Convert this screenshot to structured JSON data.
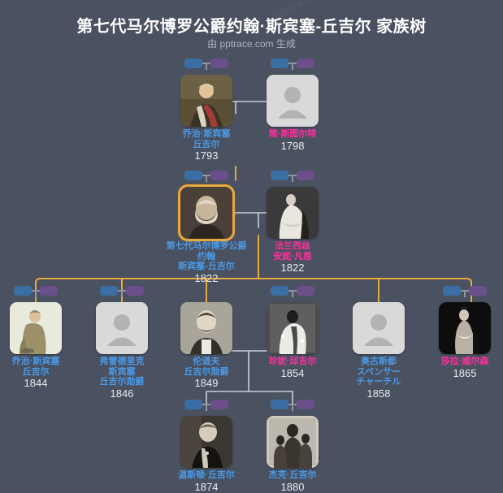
{
  "header": {
    "title": "第七代马尔博罗公爵约翰·斯宾塞-丘吉尔 家族树",
    "subtitle": "由 pptrace.com 生成",
    "watermark": "pptrace.com"
  },
  "colors": {
    "background": "#4a5160",
    "male_name": "#4a9ae8",
    "female_name": "#ff2f9e",
    "year": "#e9ecef",
    "link": "#e9a93c",
    "spouse_link": "#c9ced6",
    "badge_male": "#3a6ea5",
    "badge_female": "#6b4f8a",
    "highlight_border": "#e9a93c",
    "placeholder": "#d9d9d9"
  },
  "generations": [
    {
      "id": "gen1",
      "people": [
        {
          "id": "george-5th",
          "name": "乔治·斯宾塞丘吉尔",
          "name_lines": [
            "乔治·斯宾塞",
            "丘吉尔"
          ],
          "year": "1793",
          "sex": "male",
          "has_photo": true,
          "photo_kind": "portrait-regalia",
          "highlight": false,
          "badge": true
        },
        {
          "id": "jane-stewart",
          "name": "简·斯图尔特",
          "name_lines": [
            "简·斯图尔特"
          ],
          "year": "1798",
          "sex": "female",
          "has_photo": false,
          "photo_kind": "placeholder",
          "highlight": false,
          "badge": true
        }
      ]
    },
    {
      "id": "gen2",
      "people": [
        {
          "id": "john-7th",
          "name": "第七代马尔博罗公爵约翰·斯宾塞-丘吉尔",
          "name_lines": [
            "第七代马尔博罗公爵约翰",
            "斯宾塞-丘吉尔"
          ],
          "year": "1822",
          "sex": "male",
          "has_photo": true,
          "photo_kind": "portrait-sepia-elder",
          "highlight": true,
          "badge": true
        },
        {
          "id": "frances-anne",
          "name": "法兰西丝安妮·凡恩",
          "name_lines": [
            "法兰西丝",
            "安妮·凡恩"
          ],
          "year": "1822",
          "sex": "female",
          "has_photo": true,
          "photo_kind": "portrait-gown",
          "highlight": false,
          "badge": true
        }
      ]
    },
    {
      "id": "gen3",
      "people": [
        {
          "id": "george-spencer-churchill",
          "name": "乔治·斯宾塞丘吉尔",
          "name_lines": [
            "乔治·斯宾塞",
            "丘吉尔"
          ],
          "year": "1844",
          "sex": "male",
          "has_photo": true,
          "photo_kind": "caricature-seated",
          "highlight": false,
          "badge": true
        },
        {
          "id": "frederick-lord",
          "name": "弗雷德里克斯宾塞丘吉尔勋爵",
          "name_lines": [
            "弗雷德里克",
            "斯宾塞",
            "丘吉尔勋爵"
          ],
          "year": "1846",
          "sex": "male",
          "has_photo": false,
          "photo_kind": "placeholder",
          "highlight": false,
          "badge": true
        },
        {
          "id": "randolph",
          "name": "伦道夫丘吉尔勋爵",
          "name_lines": [
            "伦道夫",
            "丘吉尔勋爵"
          ],
          "year": "1849",
          "sex": "male",
          "has_photo": true,
          "photo_kind": "portrait-moustache",
          "highlight": false,
          "badge": false
        },
        {
          "id": "jennie",
          "name": "珍妮·邱吉尔",
          "name_lines": [
            "珍妮·邱吉尔"
          ],
          "year": "1854",
          "sex": "female",
          "has_photo": true,
          "photo_kind": "portrait-lace",
          "highlight": false,
          "badge": true
        },
        {
          "id": "augustus",
          "name": "奥古斯都スペンサーチャーチル",
          "name_lines": [
            "奥古斯都",
            "スペンサー",
            "チャーチル"
          ],
          "year": "1858",
          "sex": "male",
          "has_photo": false,
          "photo_kind": "placeholder",
          "highlight": false,
          "badge": false
        },
        {
          "id": "sarah-wilson",
          "name": "莎拉·威尔森",
          "name_lines": [
            "莎拉·威尔森"
          ],
          "year": "1865",
          "sex": "female",
          "has_photo": true,
          "photo_kind": "portrait-dark-lady",
          "highlight": false,
          "badge": true
        }
      ]
    },
    {
      "id": "gen4",
      "people": [
        {
          "id": "winston",
          "name": "温斯顿·丘吉尔",
          "name_lines": [
            "温斯顿·丘吉尔"
          ],
          "year": "1874",
          "sex": "male",
          "has_photo": true,
          "photo_kind": "portrait-winston",
          "highlight": false,
          "badge": true
        },
        {
          "id": "jack",
          "name": "杰克·丘吉尔",
          "name_lines": [
            "杰克·丘吉尔"
          ],
          "year": "1880",
          "sex": "male",
          "has_photo": true,
          "photo_kind": "photo-group",
          "highlight": false,
          "badge": true
        }
      ]
    }
  ]
}
